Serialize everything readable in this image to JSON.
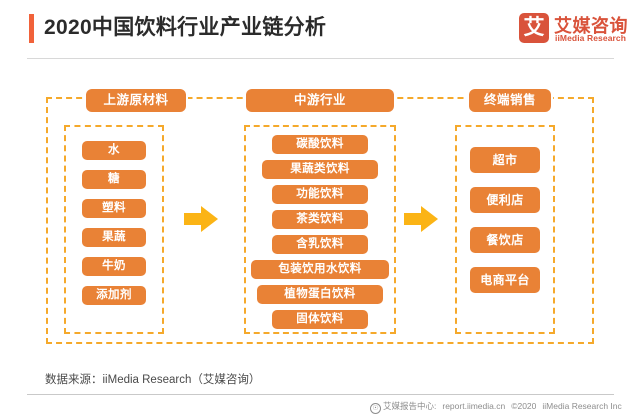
{
  "header": {
    "title": "2020中国饮料行业产业链分析",
    "accent_color": "#F1623A",
    "logo": {
      "mark_char": "艾",
      "name_cn": "艾媒咨询",
      "name_en": "iiMedia Research",
      "color": "#D9533B"
    }
  },
  "theme": {
    "box_orange": "#E98236",
    "dashed_border": "#F5A92B",
    "arrow_yellow": "#FBB415"
  },
  "diagram": {
    "columns": [
      {
        "id": "upstream",
        "title": "上游原材料",
        "items": [
          "水",
          "糖",
          "塑料",
          "果蔬",
          "牛奶",
          "添加剂"
        ]
      },
      {
        "id": "midstream",
        "title": "中游行业",
        "items": [
          "碳酸饮料",
          "果蔬类饮料",
          "功能饮料",
          "茶类饮料",
          "含乳饮料",
          "包装饮用水饮料",
          "植物蛋白饮料",
          "固体饮料"
        ]
      },
      {
        "id": "terminal",
        "title": "终端销售",
        "items": [
          "超市",
          "便利店",
          "餐饮店",
          "电商平台"
        ]
      }
    ],
    "arrows": [
      {
        "id": "arrow-upstream-to-midstream",
        "direction": "right"
      },
      {
        "id": "arrow-midstream-to-terminal",
        "direction": "right"
      }
    ]
  },
  "source": "数据来源：iiMedia Research（艾媒咨询）",
  "footer": {
    "icon": "globe-icon",
    "report_center": "艾媒报告中心:",
    "url": "report.iimedia.cn",
    "copyright": "©2020",
    "company": "iiMedia Research Inc"
  }
}
